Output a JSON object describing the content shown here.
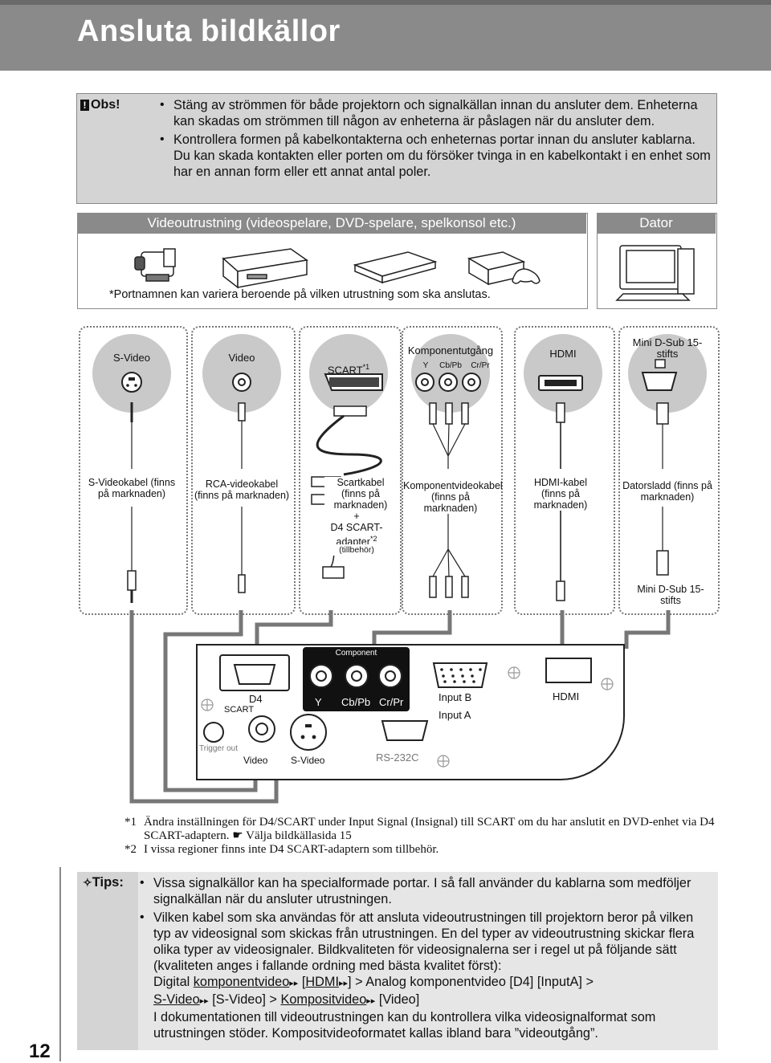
{
  "header": {
    "title": "Ansluta bildkällor"
  },
  "note": {
    "label": "Obs!",
    "items": [
      "Stäng av strömmen för både projektorn och signalkällan innan du ansluter dem. Enheterna kan skadas om strömmen till någon av enheterna är påslagen när du ansluter dem.",
      "Kontrollera formen på kabelkontakterna och enheternas portar innan du ansluter kablarna. Du kan skada kontakten eller porten om du försöker tvinga in en kabelkontakt i en enhet som har en annan form eller ett annat antal poler."
    ]
  },
  "equipment": {
    "video_heading": "Videoutrustning (videospelare, DVD-spelare, spelkonsol etc.)",
    "computer_heading": "Dator",
    "note": "*Portnamnen kan variera beroende på vilken utrustning som ska anslutas."
  },
  "connectors": {
    "svideo": {
      "port": "S-Video",
      "cable": "S-Videokabel (finns på marknaden)"
    },
    "video": {
      "port": "Video",
      "cable": "RCA-videokabel (finns på marknaden)"
    },
    "scart": {
      "port": "SCART",
      "port_sup": "*1",
      "cable_1": "Scartkabel (finns på marknaden)",
      "plus": "+",
      "cable_2": "D4 SCART-adapter",
      "cable_2_sup": "*2",
      "cable_3": "(tillbehör)"
    },
    "component": {
      "port": "Komponentutgång",
      "y": "Y",
      "cb": "Cb/Pb",
      "cr": "Cr/Pr",
      "cable": "Komponentvideokabel (finns på marknaden)"
    },
    "hdmi": {
      "port": "HDMI",
      "cable": "HDMI-kabel (finns på marknaden)"
    },
    "minidsub": {
      "port": "Mini D-Sub 15-stifts",
      "cable": "Datorsladd (finns på marknaden)",
      "end": "Mini D-Sub 15-stifts"
    }
  },
  "panel": {
    "component_title": "Component",
    "y": "Y",
    "cb": "Cb/Pb",
    "cr": "Cr/Pr",
    "d4": "D4",
    "scart": "SCART",
    "input_b": "Input B",
    "input_a": "Input A",
    "hdmi": "HDMI",
    "trigger": "Trigger out",
    "video": "Video",
    "svideo": "S-Video",
    "rs232": "RS-232C"
  },
  "footnotes": [
    {
      "mark": "*1",
      "text": "Ändra inställningen för D4/SCART under Input Signal (Insignal) till SCART om du har anslutit en DVD-enhet via D4 SCART-adaptern. ☛ Välja bildkällasida 15"
    },
    {
      "mark": "*2",
      "text": "I vissa regioner finns inte D4 SCART-adaptern som tillbehör."
    }
  ],
  "tips": {
    "label": "Tips:",
    "item1": "Vissa signalkällor kan ha specialformade portar. I så fall använder du kablarna som medföljer signalkällan när du ansluter utrustningen.",
    "item2_a": "Vilken kabel som ska användas för att ansluta videoutrustningen till projektorn beror på vilken typ av videosignal som skickas från utrustningen. En del typer av videoutrustning skickar flera olika typer av videosignaler. Bildkvaliteten för videosignalerna ser i regel ut på följande sätt (kvaliteten anges i fallande ordning med bästa kvalitet först):",
    "digital": "Digital",
    "link_component": "komponentvideo",
    "hdmi_open": "[",
    "link_hdmi": "HDMI",
    "after_hdmi": "] > Analog komponentvideo [D4] [InputA] >",
    "link_svideo": "S-Video",
    "after_svideo": "[S-Video] >",
    "link_composite": "Kompositvideo",
    "after_composite": "[Video]",
    "item2_b": "I dokumentationen till videoutrustningen kan du kontrollera vilka videosignalformat som utrustningen stöder. Kompositvideoformatet kallas ibland bara ”videoutgång”."
  },
  "page_number": "12"
}
